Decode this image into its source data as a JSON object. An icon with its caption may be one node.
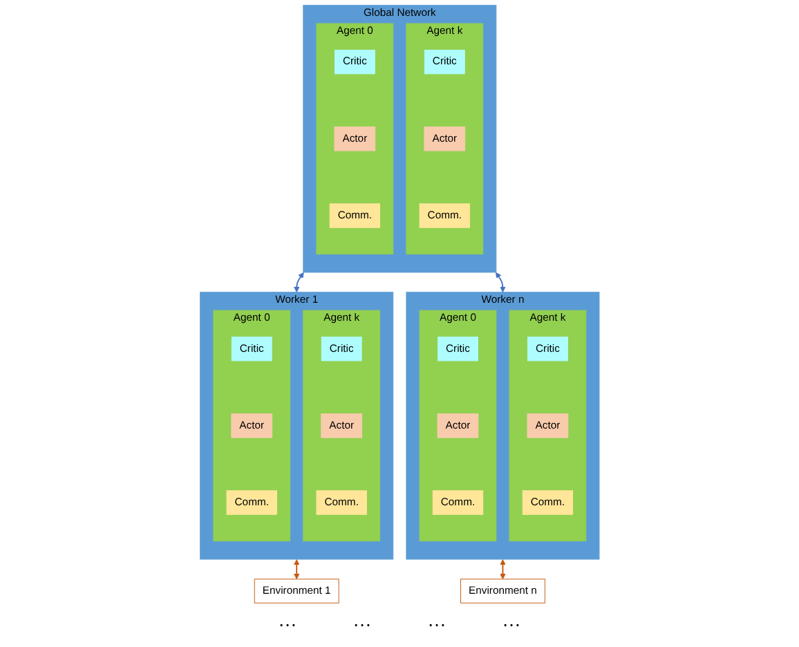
{
  "diagram": {
    "nodes": [
      {
        "text": [
          "Global Network"
        ]
      },
      {
        "text": [
          "Agent 0"
        ],
        "in": 0
      },
      {
        "text": [
          "Critic"
        ],
        "in": 1
      },
      {
        "text": [
          "Actor"
        ],
        "in": 1
      },
      {
        "text": [
          "Comm."
        ],
        "in": 1
      },
      {
        "text": [
          "Agent k"
        ],
        "in": 0
      },
      {
        "text": [
          "Critic"
        ],
        "in": 5
      },
      {
        "text": [
          "Actor"
        ],
        "in": 5
      },
      {
        "text": [
          "Comm."
        ],
        "in": 5
      },
      {
        "text": [
          "Worker 1"
        ]
      },
      {
        "text": [
          "Agent 0"
        ],
        "in": 9
      },
      {
        "text": [
          "Critic"
        ],
        "in": 10
      },
      {
        "text": [
          "Actor"
        ],
        "in": 10
      },
      {
        "text": [
          "Comm."
        ],
        "in": 10
      },
      {
        "text": [
          "Agent k"
        ],
        "in": 9
      },
      {
        "text": [
          "Critic"
        ],
        "in": 14
      },
      {
        "text": [
          "Actor"
        ],
        "in": 14
      },
      {
        "text": [
          "Comm."
        ],
        "in": 14
      },
      {
        "text": [
          "Worker n"
        ]
      },
      {
        "text": [
          "Agent 0"
        ],
        "in": 18
      },
      {
        "text": [
          "Critic"
        ],
        "in": 19
      },
      {
        "text": [
          "Actor"
        ],
        "in": 19
      },
      {
        "text": [
          "Comm."
        ],
        "in": 19
      },
      {
        "text": [
          "Agent k"
        ],
        "in": 18
      },
      {
        "text": [
          "Critic"
        ],
        "in": 23
      },
      {
        "text": [
          "Actor"
        ],
        "in": 23
      },
      {
        "text": [
          "Comm."
        ],
        "in": 23
      },
      {
        "text": [
          "Environment 1"
        ]
      },
      {
        "text": [
          "Environment n"
        ]
      }
    ],
    "edges": [
      {
        "from": 0,
        "to": 9,
        "arrow": "both",
        "color": "#4472c4"
      },
      {
        "from": 0,
        "to": 18,
        "arrow": "both",
        "color": "#4472c4"
      },
      {
        "from": 9,
        "to": 27,
        "arrow": "both",
        "color": "#c55a11"
      },
      {
        "from": 18,
        "to": 28,
        "arrow": "both",
        "color": "#c55a11"
      }
    ],
    "labels": [
      "…",
      "…",
      "…",
      "…"
    ]
  }
}
